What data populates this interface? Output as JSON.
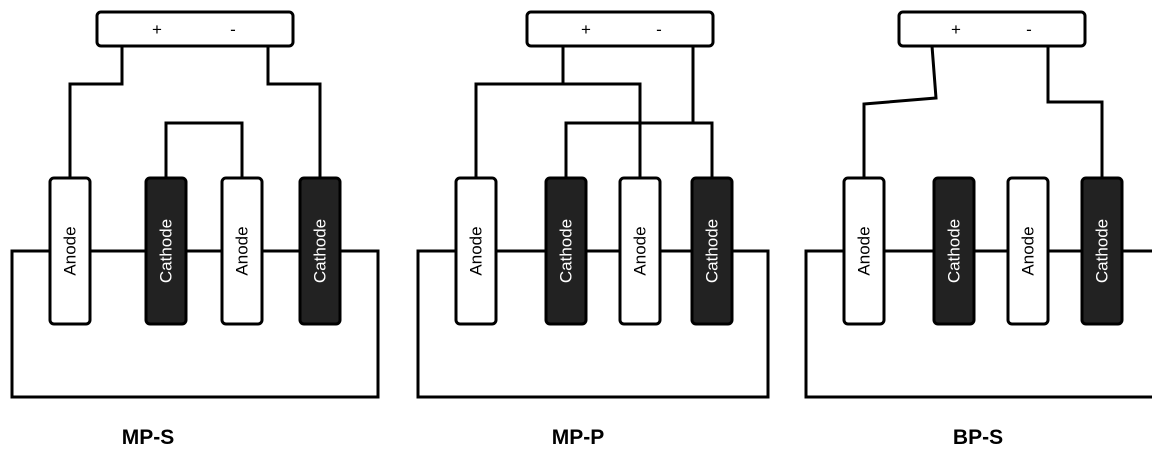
{
  "colors": {
    "anode_fill": "#ffffff",
    "anode_text": "#000000",
    "cathode_fill": "#222222",
    "cathode_text": "#ffffff"
  },
  "panels": [
    {
      "caption": "MP-S",
      "supply": {
        "plus": "+",
        "minus": "-"
      },
      "electrodes": [
        "Anode",
        "Cathode",
        "Anode",
        "Cathode"
      ]
    },
    {
      "caption": "MP-P",
      "supply": {
        "plus": "+",
        "minus": "-"
      },
      "electrodes": [
        "Anode",
        "Cathode",
        "Anode",
        "Cathode"
      ]
    },
    {
      "caption": "BP-S",
      "supply": {
        "plus": "+",
        "minus": "-"
      },
      "electrodes": [
        "Anode",
        "Cathode",
        "Anode",
        "Cathode"
      ]
    }
  ]
}
